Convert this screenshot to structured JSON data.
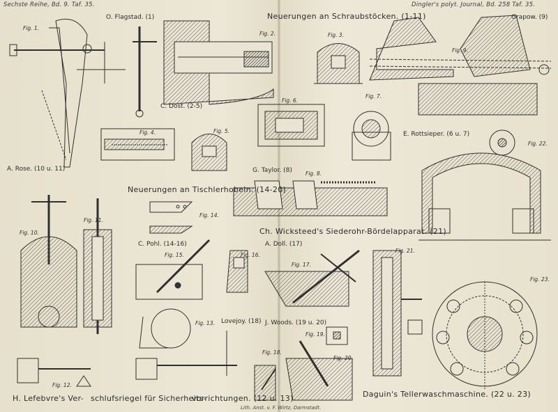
{
  "header": {
    "left": "Sechste Reihe, Bd. 9. Taf. 35.",
    "right": "Dingler's polyt. Journal, Bd. 258 Taf. 35."
  },
  "titles": {
    "schraubstoecke": "Neuerungen an Schraubstöcken. (1-11)",
    "tischlerhobeln": "Neuerungen an Tischlerhobeln. (14-20)",
    "wicksteed": "Ch. Wicksteed's Siederohr-Bördelapparat. (21)",
    "lefebvre_a": "H. Lefebvre's Ver-",
    "lefebvre_b": "schlufsriegel für Sicherheits-",
    "lefebvre_c": "vorrichtungen. (12 u. 13)",
    "daguin": "Daguin's Tellerwaschmaschine. (22 u. 23)"
  },
  "authors": {
    "flagstad": "O. Flagstad. (1)",
    "grapow": "Grapow. (9)",
    "rose": "A. Rose. (10 u. 11)",
    "dost": "C. Dost. (2-5)",
    "rottsieper": "E. Rottsieper. (6 u. 7)",
    "taylor": "G. Taylor. (8)",
    "pohl": "C. Pohl. (14-16)",
    "doll": "A. Doll. (17)",
    "lovejoy": "Lovejoy. (18)",
    "woods": "J. Woods. (19 u. 20)"
  },
  "figures": {
    "f1": "Fig. 1.",
    "f2": "Fig. 2.",
    "f3": "Fig. 3.",
    "f4": "Fig. 4.",
    "f5": "Fig. 5.",
    "f6": "Fig. 6.",
    "f7": "Fig. 7.",
    "f8": "Fig. 8.",
    "f9": "Fig. 9.",
    "f10": "Fig. 10.",
    "f11": "Fig. 11.",
    "f12": "Fig. 12.",
    "f13": "Fig. 13.",
    "f14": "Fig. 14.",
    "f15": "Fig. 15.",
    "f16": "Fig. 16.",
    "f17": "Fig. 17.",
    "f18": "Fig. 18.",
    "f19": "Fig. 19.",
    "f20": "Fig. 20.",
    "f21": "Fig. 21.",
    "f22": "Fig. 22.",
    "f23": "Fig. 23."
  },
  "imprint": "Lith. Anst. v. F. Wirtz, Darmstadt.",
  "colors": {
    "paper": "#e9e4d3",
    "ink": "#2a2a2a",
    "hatch": "#555555"
  }
}
